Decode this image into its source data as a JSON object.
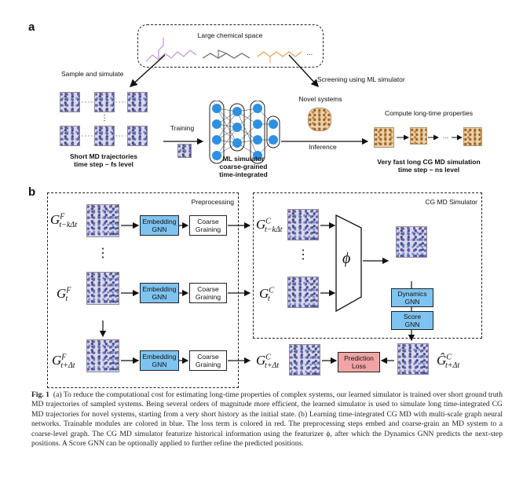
{
  "panel_a": {
    "letter": "a",
    "chemical_space": "Large chemical space",
    "sample_simulate": "Sample and simulate",
    "screening": "Screening using ML simulator",
    "short_md_line1": "Short MD trajectories",
    "short_md_line2": "time step ~ fs level",
    "training": "Training",
    "ml_sim_line1": "ML simulator",
    "ml_sim_line2": "coarse-grained",
    "ml_sim_line3": "time-integrated",
    "novel_systems": "Novel systems",
    "inference": "Inference",
    "compute_long": "Compute long-time properties",
    "fast_long_line1": "Very fast long CG MD simulation",
    "fast_long_line2": "time step ~ ns level",
    "ellipsis": "..."
  },
  "panel_b": {
    "letter": "b",
    "preprocessing": "Preprocessing",
    "cg_md_simulator": "CG MD Simulator",
    "embedding_line1": "Embedding",
    "embedding_line2": "GNN",
    "coarse_line1": "Coarse",
    "coarse_line2": "Graining",
    "dynamics_line1": "Dynamics",
    "dynamics_line2": "GNN",
    "score_line1": "Score",
    "score_line2": "GNN",
    "prediction_line1": "Prediction",
    "prediction_line2": "Loss",
    "phi": "ϕ",
    "vdots": "⋮"
  },
  "caption": {
    "label": "Fig. 1",
    "text": "(a) To reduce the computational cost for estimating long-time properties of complex systems, our learned simulator is trained over short ground truth MD trajectories of sampled systems. Being several orders of magnitude more efficient, the learned simulator is used to simulate long time-integrated CG MD trajectories for novel systems, starting from a very short history as the initial state. (b) Learning time-integrated CG MD with multi-scale graph neural networks. Trainable modules are colored in blue. The loss term is colored in red. The preprocessing steps embed and coarse-grain an MD system to a coarse-level graph. The CG MD simulator featurize historical information using the featurizer ϕ, after which the Dynamics GNN predicts the next-step positions. A Score GNN can be optionally applied to further refine the predicted positions."
  },
  "colors": {
    "trainable": "#7fc4f0",
    "loss": "#f2a3a3",
    "nn_node": "#2f8fe0"
  }
}
